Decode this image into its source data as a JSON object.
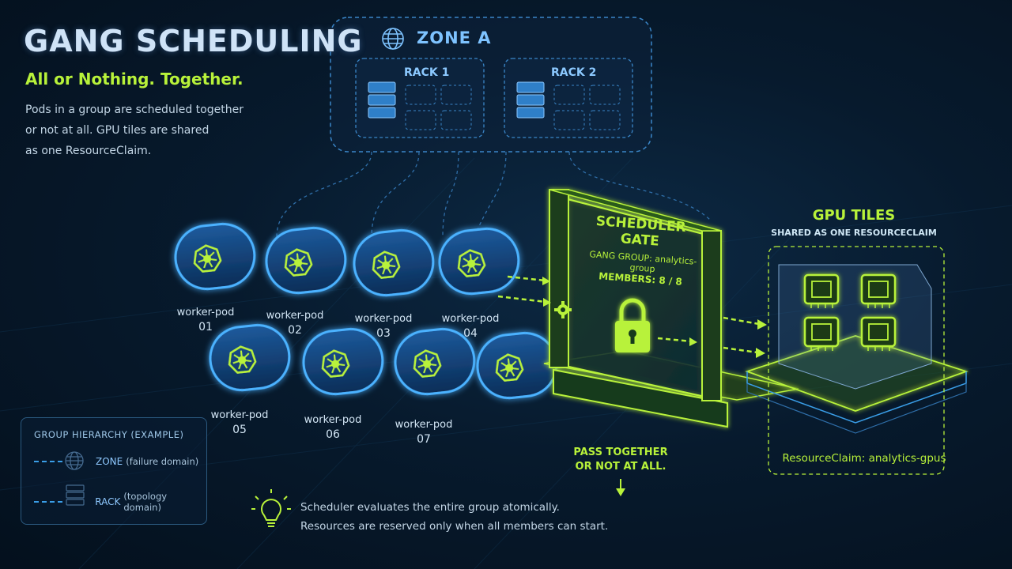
{
  "header": {
    "title": "GANG SCHEDULING",
    "subtitle": "All or Nothing. Together.",
    "description_lines": [
      "Pods in a group are scheduled together",
      "or not at all. GPU tiles are shared",
      "as one ResourceClaim."
    ]
  },
  "topology": {
    "zone_label": "ZONE A",
    "racks": [
      {
        "label": "RACK 1"
      },
      {
        "label": "RACK 2"
      }
    ]
  },
  "pods": [
    {
      "label": "worker-pod",
      "num": "01"
    },
    {
      "label": "worker-pod",
      "num": "02"
    },
    {
      "label": "worker-pod",
      "num": "03"
    },
    {
      "label": "worker-pod",
      "num": "04"
    },
    {
      "label": "worker-pod",
      "num": "05"
    },
    {
      "label": "worker-pod",
      "num": "06"
    },
    {
      "label": "worker-pod",
      "num": "07"
    }
  ],
  "gate": {
    "title": "SCHEDULER GATE",
    "group": "GANG GROUP: analytics-group",
    "members": "MEMBERS: 8 / 8",
    "pass_lines": [
      "PASS TOGETHER",
      "OR NOT AT ALL."
    ]
  },
  "gpu": {
    "title": "GPU TILES",
    "subtitle": "SHARED AS ONE RESOURCECLAIM",
    "claim": "ResourceClaim: analytics-gpus"
  },
  "legend": {
    "title": "GROUP HIERARCHY (EXAMPLE)",
    "rows": [
      {
        "key": "ZONE",
        "detail": "(failure domain)",
        "icon": "globe-icon"
      },
      {
        "key": "RACK",
        "detail": "(topology domain)",
        "icon": "server-icon"
      }
    ]
  },
  "note": {
    "lines": [
      "Scheduler evaluates the entire group atomically.",
      "Resources are reserved only when all members can start."
    ],
    "icon": "lightbulb-icon"
  },
  "colors": {
    "accent": "#b8f23a",
    "blue": "#3a9ee8",
    "background": "#071a2d"
  }
}
